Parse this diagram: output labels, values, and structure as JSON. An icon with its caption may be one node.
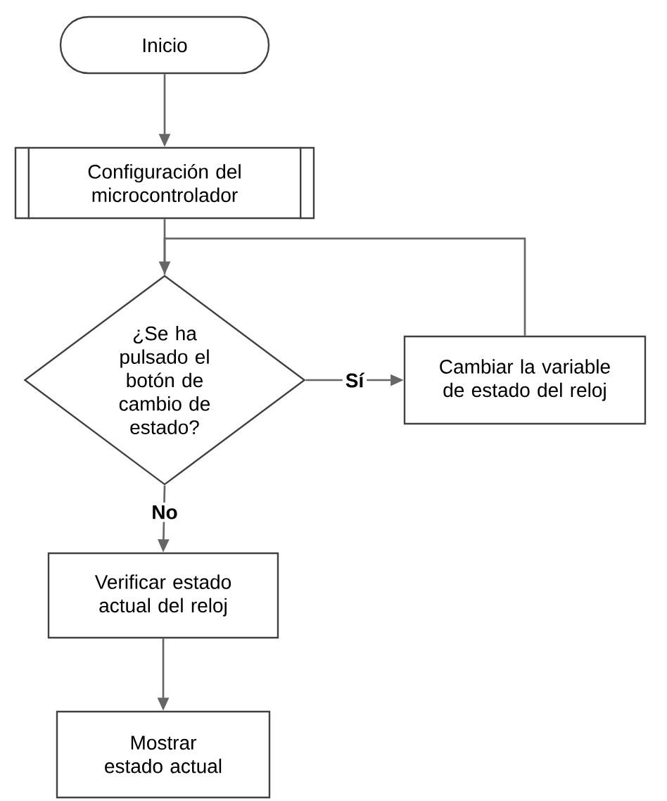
{
  "diagram": {
    "nodes": [
      {
        "text": [
          "Inicio"
        ]
      },
      {
        "text": [
          "Configuración del microcontrolador"
        ]
      },
      {
        "text": [
          "¿Se ha pulsado el botón de cambio de estado?"
        ]
      },
      {
        "text": [
          "Cambiar la variable de estado del reloj"
        ]
      },
      {
        "text": [
          "Verificar estado actual del reloj"
        ]
      },
      {
        "text": [
          "Mostrar estado actual"
        ]
      }
    ],
    "edges": [
      {
        "from": 0,
        "to": 1,
        "arrow": "to"
      },
      {
        "from": 1,
        "to": 2,
        "arrow": "to"
      },
      {
        "from": 2,
        "to": 3,
        "arrow": "to",
        "label": "Sí"
      },
      {
        "from": 2,
        "to": 4,
        "arrow": "to",
        "label": "No"
      },
      {
        "from": 3,
        "to": 2,
        "arrow": "none"
      },
      {
        "from": 4,
        "to": 5,
        "arrow": "to"
      }
    ]
  }
}
